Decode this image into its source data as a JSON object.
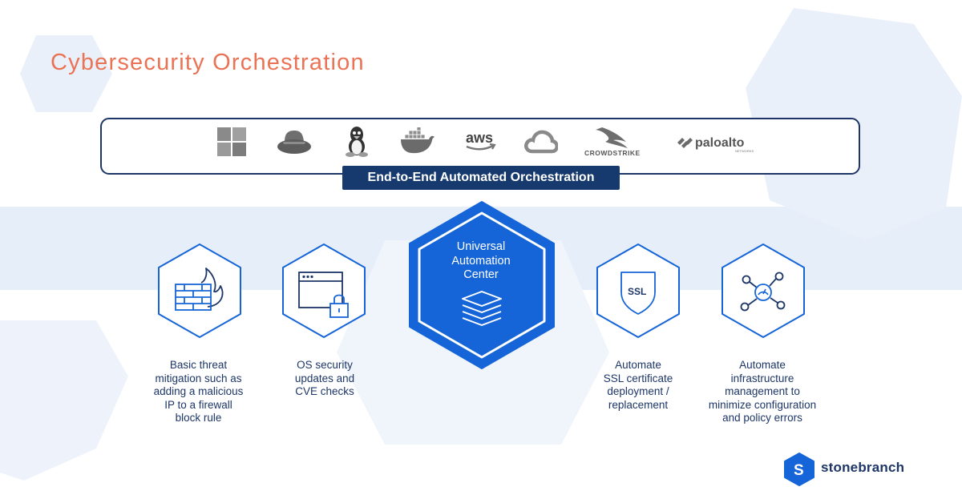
{
  "title": "Cybersecurity Orchestration",
  "integrations": {
    "logos": [
      "windows-logo",
      "redhat-logo",
      "linux-logo",
      "docker-logo",
      "aws-logo",
      "google-cloud-logo",
      "crowdstrike-logo",
      "paloalto-logo"
    ],
    "aws_text": "aws",
    "crowdstrike_text": "CROWDSTRIKE",
    "paloalto_text": "paloalto",
    "paloalto_subtext": "NETWORKS"
  },
  "orchestration_label": "End-to-End Automated Orchestration",
  "center": {
    "line1": "Universal",
    "line2": "Automation",
    "line3": "Center"
  },
  "use_cases": [
    {
      "icon": "firewall-icon",
      "lines": [
        "Basic threat",
        "mitigation such as",
        "adding a malicious",
        "IP to a firewall",
        "block rule"
      ]
    },
    {
      "icon": "os-security-icon",
      "lines": [
        "OS security",
        "updates and",
        "CVE checks"
      ]
    },
    {
      "icon": "ssl-shield-icon",
      "lines": [
        "Automate",
        "SSL certificate",
        "deployment /",
        "replacement"
      ]
    },
    {
      "icon": "infrastructure-network-icon",
      "lines": [
        "Automate",
        "infrastructure",
        "management to",
        "minimize configuration",
        "and policy errors"
      ]
    }
  ],
  "brand": {
    "name": "stonebranch",
    "logo_letter": "S"
  },
  "colors": {
    "title": "#ea7355",
    "navy": "#1d3667",
    "accent_blue": "#1565d8",
    "badge": "#163a6d",
    "band": "#e6eef9"
  }
}
